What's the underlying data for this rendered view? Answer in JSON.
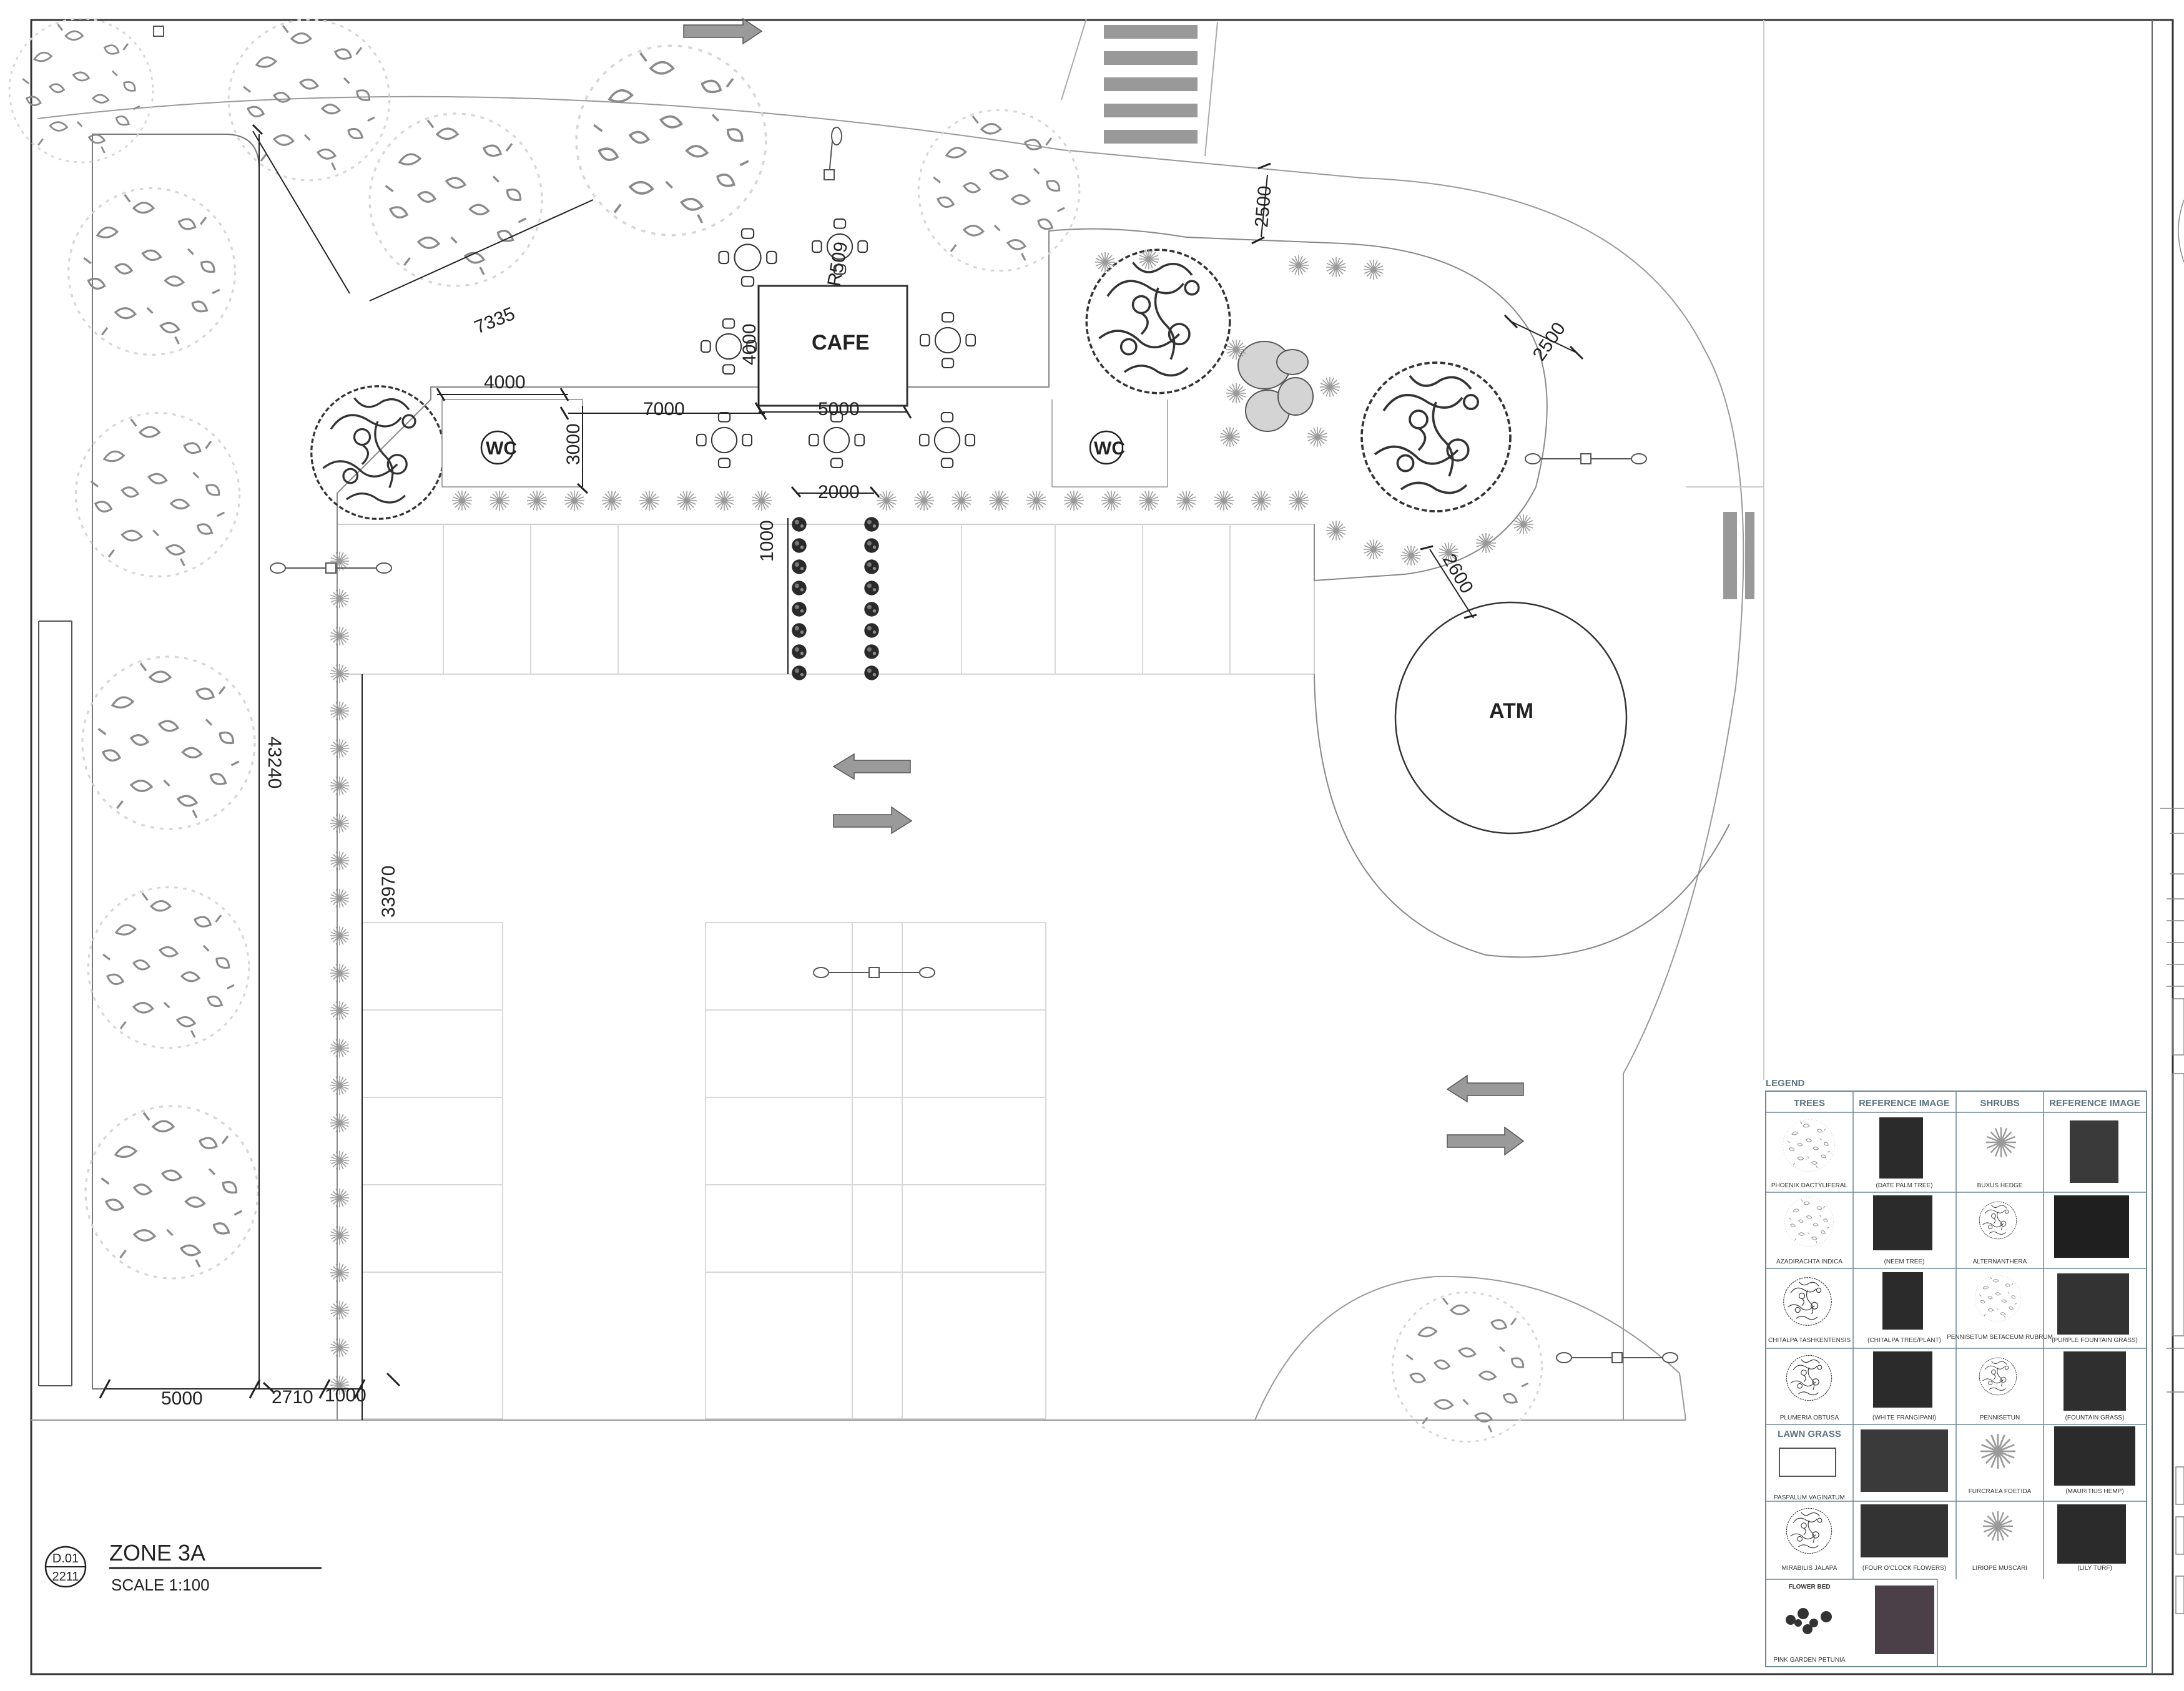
{
  "drawing": {
    "title": "ZONE 3A",
    "scale": "SCALE 1:100",
    "detail_ref": {
      "top": "D.01",
      "bottom": "2211"
    }
  },
  "labels": {
    "cafe": "CAFE",
    "wc_left": "WC",
    "wc_right": "WC",
    "atm": "ATM"
  },
  "dimensions": {
    "d_7335": "7335",
    "d_4000_h": "4000",
    "d_7000": "7000",
    "d_4000_v": "4000",
    "d_r509": "R509",
    "d_5000_cafe": "5000",
    "d_3000": "3000",
    "d_2000": "2000",
    "d_1000_v": "1000",
    "d_2500_top": "2500",
    "d_2500_right": "2500",
    "d_2600": "2600",
    "d_43240": "43240",
    "d_33970": "33970",
    "d_5000_bottom": "5000",
    "d_2710": "2710",
    "d_1000_bottom": "1000"
  },
  "legend": {
    "title": "LEGEND",
    "headers": [
      "TREES",
      "REFERENCE IMAGE",
      "SHRUBS",
      "REFERENCE IMAGE"
    ],
    "rows": [
      {
        "tree": "PHOENIX DACTYLIFERAL",
        "tree_ref": "(DATE PALM TREE)",
        "shrub": "BUXUS HEDGE",
        "shrub_ref": ""
      },
      {
        "tree": "AZADIRACHTA INDICA",
        "tree_ref": "(NEEM TREE)",
        "shrub": "ALTERNANTHERA",
        "shrub_ref": ""
      },
      {
        "tree": "CHITALPA TASHKENTENSIS",
        "tree_ref": "(CHITALPA TREE/PLANT)",
        "shrub": "PENNISETUM SETACEUM RUBRUM",
        "shrub_ref": "(PURPLE FOUNTAIN GRASS)"
      },
      {
        "tree": "PLUMERIA OBTUSA",
        "tree_ref": "(WHITE FRANGIPANI)",
        "shrub": "PENNISETUN",
        "shrub_ref": "(FOUNTAIN GRASS)"
      }
    ],
    "lawn_heading": "LAWN GRASS",
    "lawn_rows": [
      {
        "tree": "PASPALUM VAGINATUM",
        "tree_ref": "",
        "shrub": "FURCRAEA FOETIDA",
        "shrub_ref": "(MAURITIUS HEMP)"
      },
      {
        "tree": "MIRABILIS JALAPA",
        "tree_ref": "(FOUR O'CLOCK FLOWERS)",
        "shrub": "LIRIOPE MUSCARI",
        "shrub_ref": "(LILY TURF)"
      }
    ],
    "flower_heading": "FLOWER BED",
    "flower_rows": [
      {
        "tree": "PINK GARDEN PETUNIA",
        "tree_ref": ""
      }
    ]
  },
  "colors": {
    "line": "#555555",
    "light_line": "#bdbdbd",
    "arrow_fill": "#9a9a9a",
    "legend_border": "#6d8794",
    "photo_dark": "#2b2b2b"
  }
}
